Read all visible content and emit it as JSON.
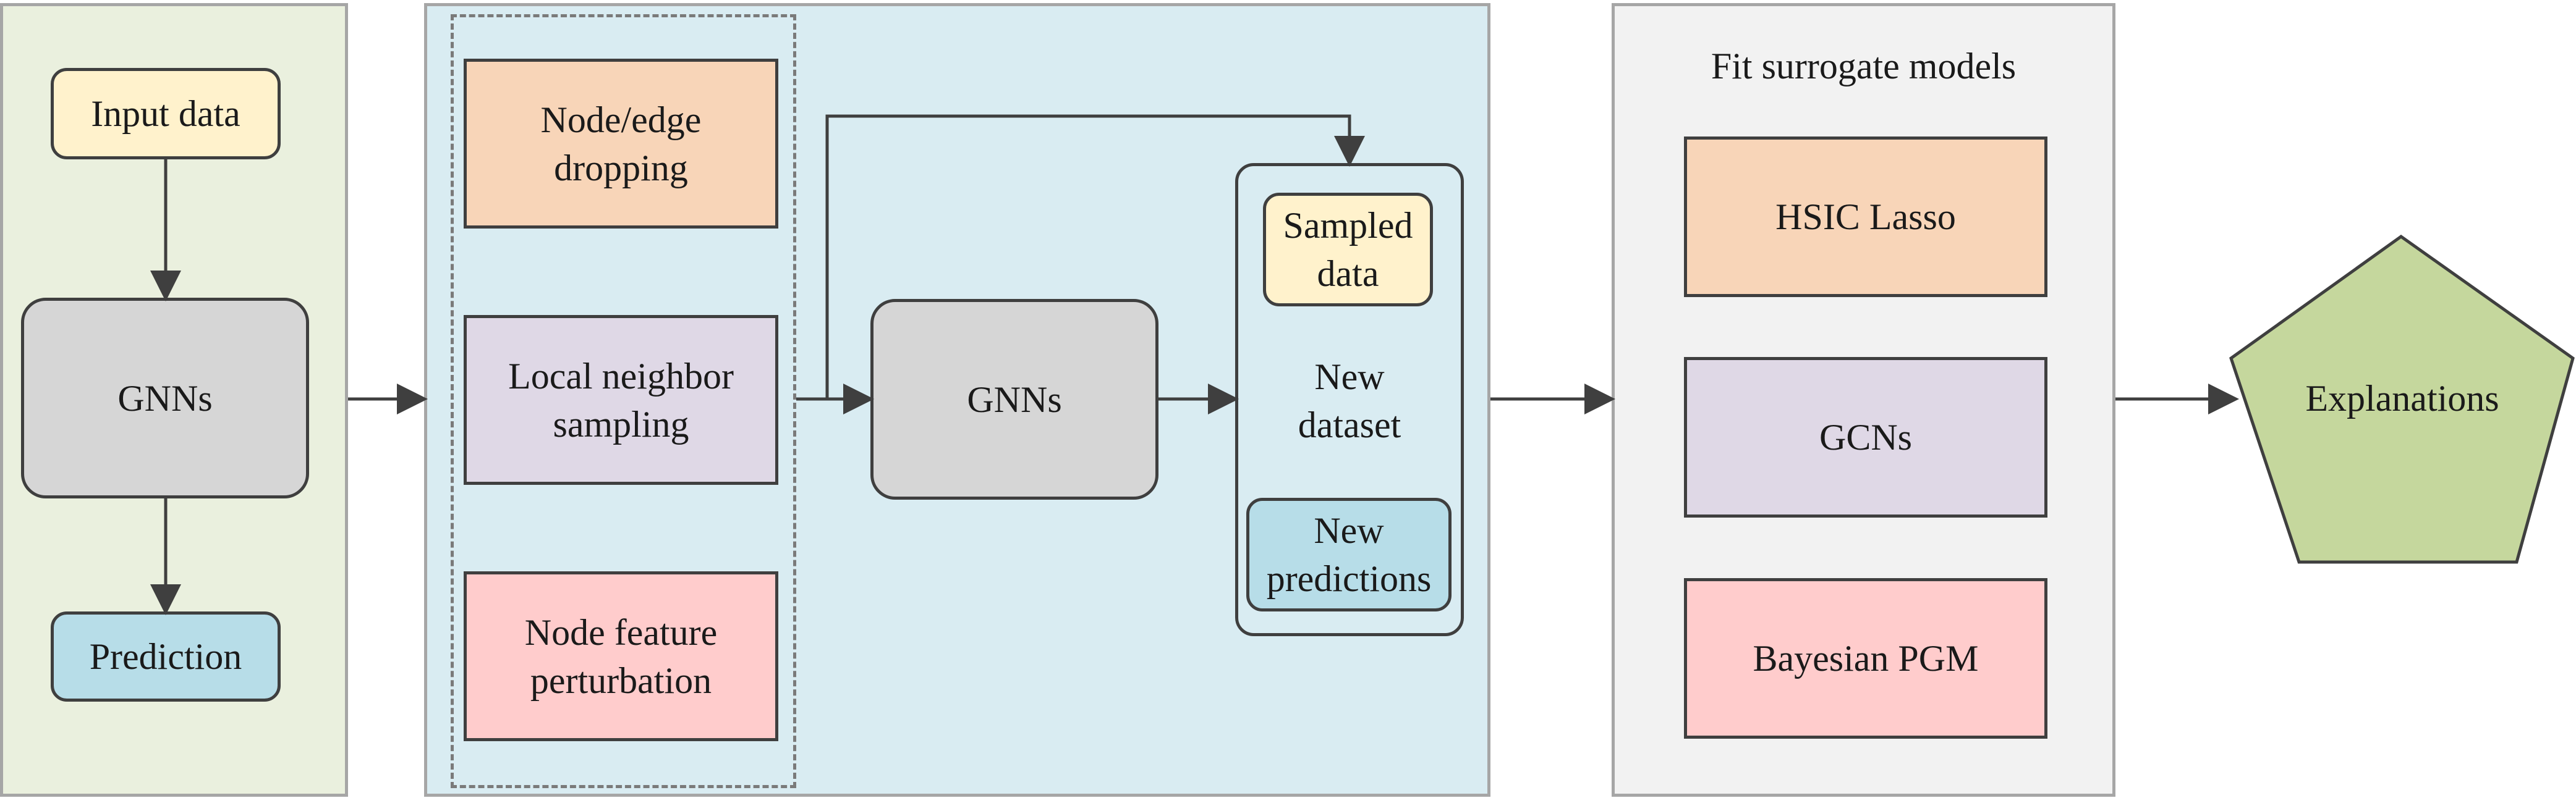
{
  "colors": {
    "panel_green": "#eaf0de",
    "panel_blue": "#d9ecf2",
    "panel_gray": "#f2f2f2",
    "yellow": "#fff2cc",
    "gray_box": "#d6d6d6",
    "light_blue": "#b7dde8",
    "orange": "#f8d5b8",
    "lavender": "#dfd8e6",
    "pink": "#ffcccc",
    "green_pentagon": "#c5d79d",
    "line": "#3f3f3f"
  },
  "left_panel": {
    "input": "Input data",
    "gnn": "GNNs",
    "prediction": "Prediction"
  },
  "middle_panel": {
    "node_edge_dropping": "Node/edge\ndropping",
    "local_neighbor_sampling": "Local neighbor\nsampling",
    "node_feature_perturbation": "Node feature\nperturbation",
    "gnn": "GNNs",
    "sampled_data": "Sampled\ndata",
    "new_dataset": "New\ndataset",
    "new_predictions": "New\npredictions"
  },
  "right_panel": {
    "title": "Fit surrogate models",
    "hsic_lasso": "HSIC Lasso",
    "gcns": "GCNs",
    "bayesian_pgm": "Bayesian PGM"
  },
  "output": {
    "explanations": "Explanations"
  }
}
